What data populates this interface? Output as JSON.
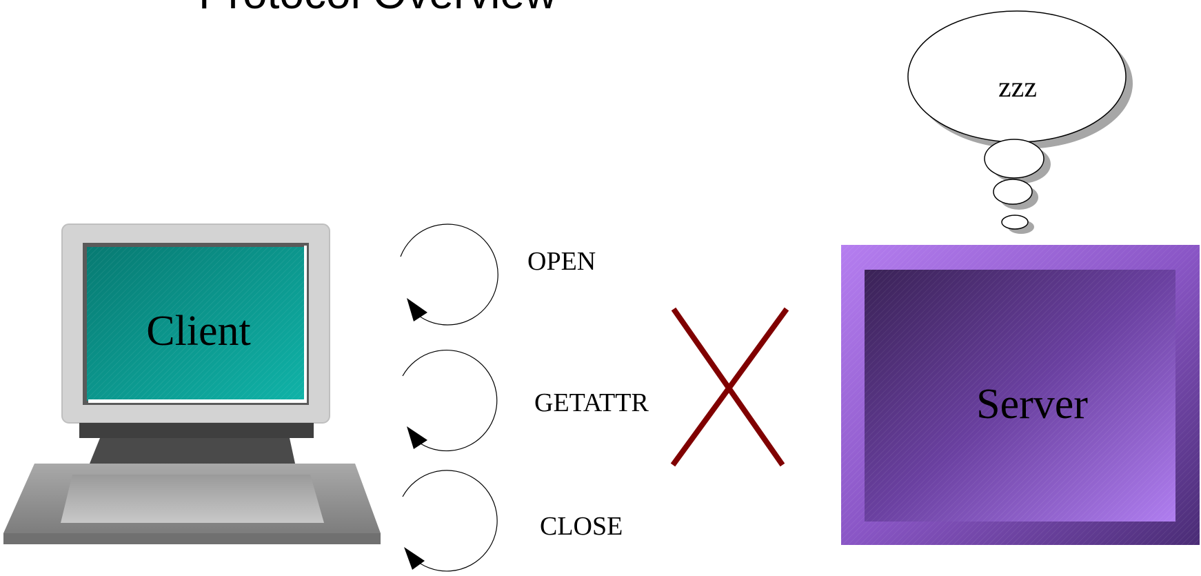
{
  "slide": {
    "title": "Protocol Overview"
  },
  "client": {
    "label": "Client",
    "screen_color": "#0e9c92",
    "bezel_color": "#d3d3d3"
  },
  "server": {
    "label": "Server",
    "outer_color": "#9a5fd0",
    "inner_color": "#5e3a8e"
  },
  "thought_bubble": {
    "text": "zzz"
  },
  "operations": [
    {
      "label": "OPEN"
    },
    {
      "label": "GETATTR"
    },
    {
      "label": "CLOSE"
    }
  ],
  "failure_mark": {
    "icon": "cross-mark-icon",
    "color": "#800000"
  }
}
